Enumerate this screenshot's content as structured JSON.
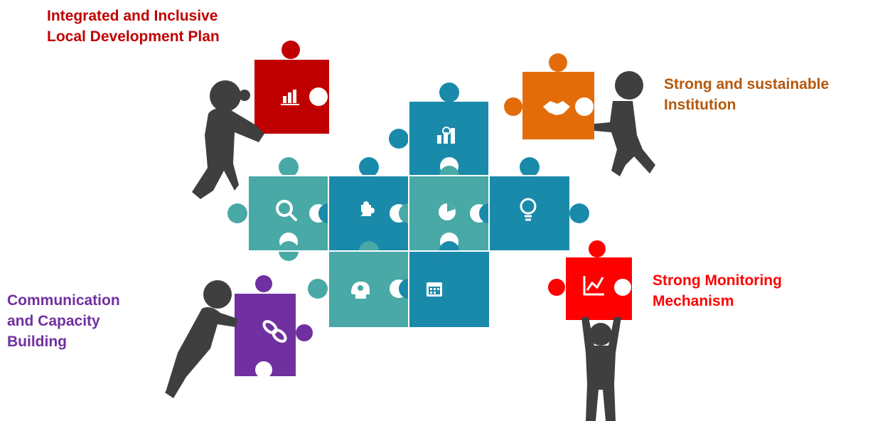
{
  "labels": {
    "plan": {
      "line1": "Integrated and Inclusive",
      "line2": "Local Development Plan",
      "color": "#c00000"
    },
    "institution": {
      "line1": "Strong and sustainable",
      "line2": "Institution",
      "color": "#b5580c"
    },
    "communication": {
      "line1": "Communication",
      "line2": "and Capacity",
      "line3": "Building",
      "color": "#7030a0"
    },
    "monitoring": {
      "line1": "Strong Monitoring",
      "line2": "Mechanism",
      "color": "#ff0000"
    }
  },
  "colors": {
    "teal": "#48a9a6",
    "blue": "#1a8aaa",
    "figure": "#3f3f3f",
    "plan_piece": "#c00000",
    "institution_piece": "#e36c0a",
    "communication_piece": "#7030a0",
    "monitoring_piece": "#ff0000"
  },
  "icons": {
    "top_piece": "growth-chart-icon",
    "search": "magnifier-icon",
    "puzzle": "puzzle-piece-icon",
    "pie": "pie-chart-icon",
    "idea": "lightbulb-icon",
    "brain": "head-brain-icon",
    "calendar": "calendar-icon",
    "plan": "bar-chart-icon",
    "institution": "handshake-icon",
    "communication": "chain-link-icon",
    "monitoring": "line-chart-icon"
  }
}
